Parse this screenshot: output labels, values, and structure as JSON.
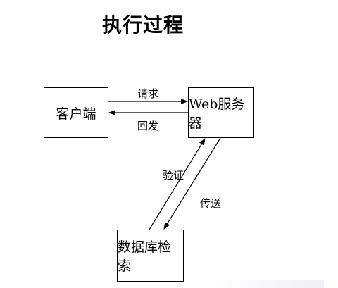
{
  "title": "执行过程",
  "nodes": {
    "client": "客户端",
    "server": "Web服务器",
    "database": "数据库检索"
  },
  "edges": {
    "request": "请求",
    "response": "回发",
    "verify": "验证",
    "transfer": "传送"
  }
}
